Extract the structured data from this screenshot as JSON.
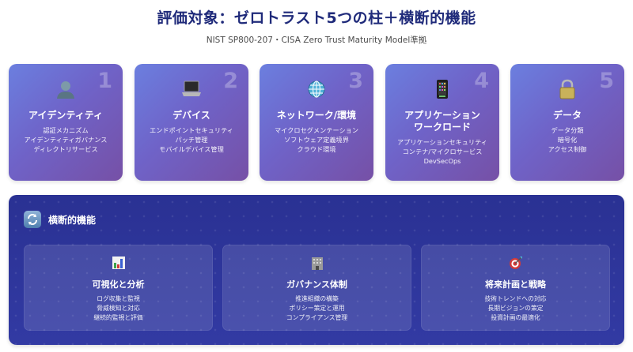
{
  "header": {
    "title": "評価対象：ゼロトラスト5つの柱＋横断的機能",
    "subtitle": "NIST SP800-207・CISA Zero Trust Maturity Model準拠"
  },
  "pillars": [
    {
      "number": "1",
      "icon": "person-silhouette-icon",
      "title": "アイデンティティ",
      "title2": "",
      "items": [
        "認証メカニズム",
        "アイデンティティガバナンス",
        "ディレクトリサービス"
      ]
    },
    {
      "number": "2",
      "icon": "laptop-icon",
      "title": "デバイス",
      "title2": "",
      "items": [
        "エンドポイントセキュリティ",
        "パッチ管理",
        "モバイルデバイス管理"
      ]
    },
    {
      "number": "3",
      "icon": "globe-icon",
      "title": "ネットワーク/環境",
      "title2": "",
      "items": [
        "マイクロセグメンテーション",
        "ソフトウェア定義境界",
        "クラウド環境"
      ]
    },
    {
      "number": "4",
      "icon": "mobile-phone-icon",
      "title": "アプリケーション",
      "title2": "ワークロード",
      "items": [
        "アプリケーションセキュリティ",
        "コンテナ/マイクロサービス",
        "DevSecOps"
      ]
    },
    {
      "number": "5",
      "icon": "padlock-icon",
      "title": "データ",
      "title2": "",
      "items": [
        "データ分類",
        "暗号化",
        "アクセス制御"
      ]
    }
  ],
  "cross_functions": {
    "icon": "refresh-arrows-icon",
    "title": "横断的機能",
    "cards": [
      {
        "icon": "bar-chart-icon",
        "title": "可視化と分析",
        "items": [
          "ログ収集と監視",
          "脅威検知と対応",
          "継続的監視と評価"
        ]
      },
      {
        "icon": "office-building-icon",
        "title": "ガバナンス体制",
        "items": [
          "推進組織の構築",
          "ポリシー策定と運用",
          "コンプライアンス管理"
        ]
      },
      {
        "icon": "target-dart-icon",
        "title": "将来計画と戦略",
        "items": [
          "技術トレンドへの対応",
          "長期ビジョンの策定",
          "投資計画の最適化"
        ]
      }
    ]
  },
  "colors": {
    "title": "#1f2a7a",
    "pillar_gradient_start": "#6b7fdf",
    "pillar_gradient_end": "#7650a6",
    "cross_panel_bg": "#2c339a"
  }
}
